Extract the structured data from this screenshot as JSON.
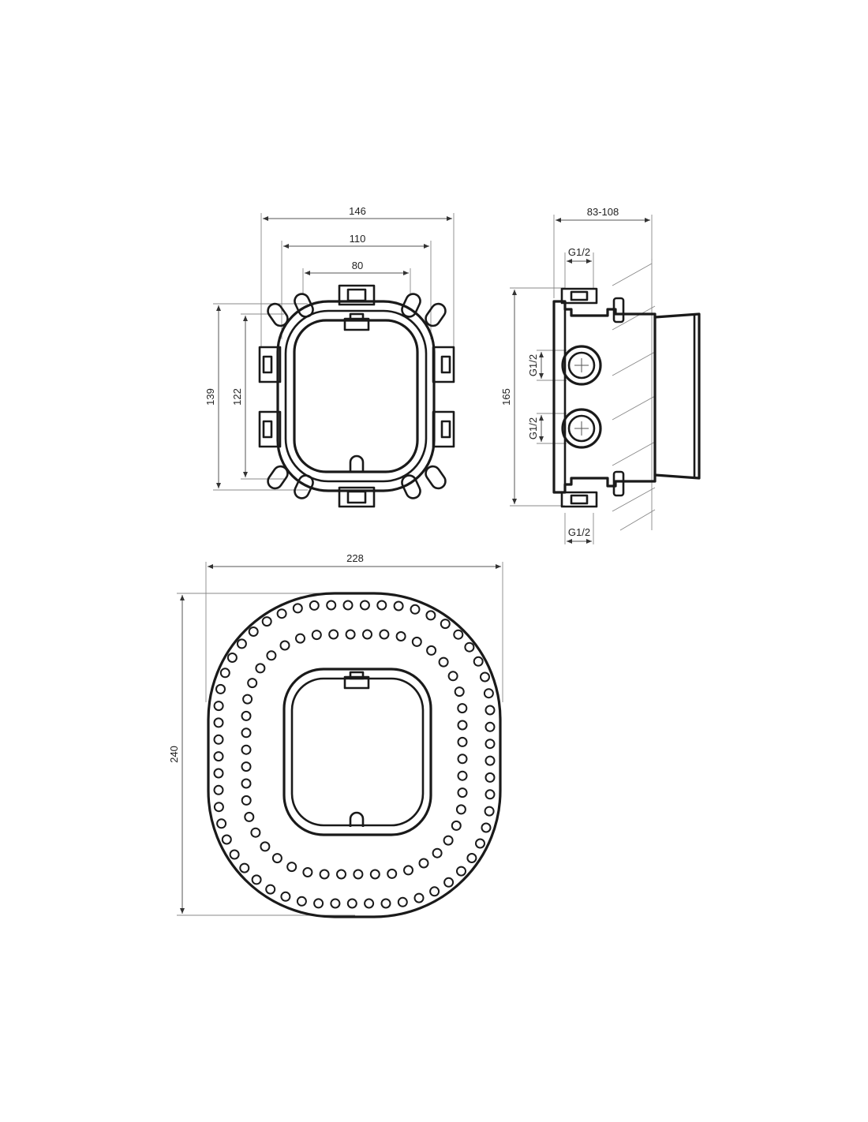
{
  "front_view": {
    "dim_width_outer": "146",
    "dim_width_mid": "110",
    "dim_width_inner": "80",
    "dim_height_outer": "139",
    "dim_height_inner": "122"
  },
  "side_view": {
    "dim_depth": "83-108",
    "dim_height": "165",
    "thread_top": "G1/2",
    "thread_upper_port": "G1/2",
    "thread_lower_port": "G1/2",
    "thread_bottom": "G1/2"
  },
  "cover_plate": {
    "dim_width": "228",
    "dim_height": "240"
  }
}
